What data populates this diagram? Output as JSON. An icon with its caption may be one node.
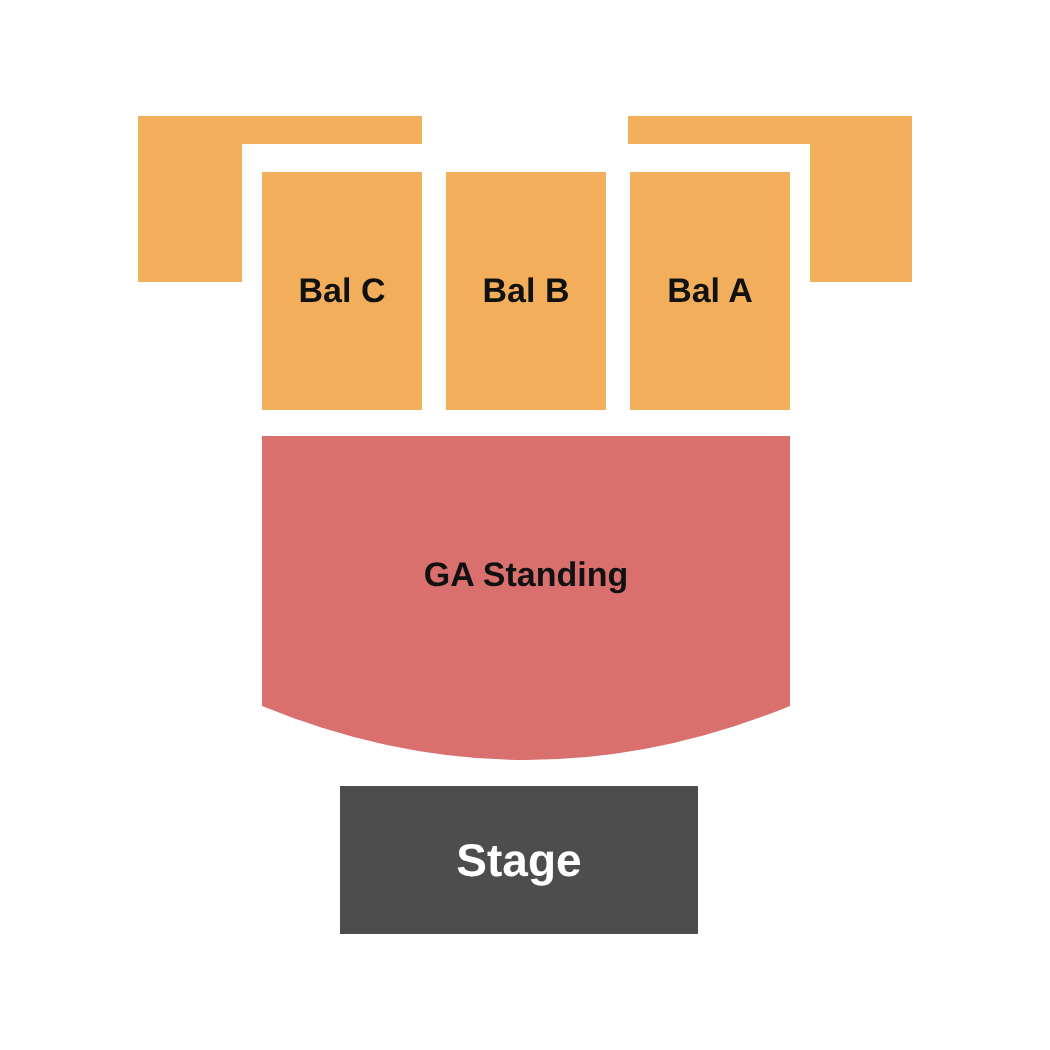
{
  "diagram": {
    "nodes": [
      {
        "text": [],
        "shape": "box"
      },
      {
        "text": [],
        "shape": "box"
      },
      {
        "text": [
          "Bal C"
        ]
      },
      {
        "text": [
          "Bal B"
        ]
      },
      {
        "text": [
          "Bal A"
        ]
      },
      {
        "text": [
          "GA Standing"
        ]
      },
      {
        "text": [
          "Stage"
        ]
      }
    ]
  }
}
